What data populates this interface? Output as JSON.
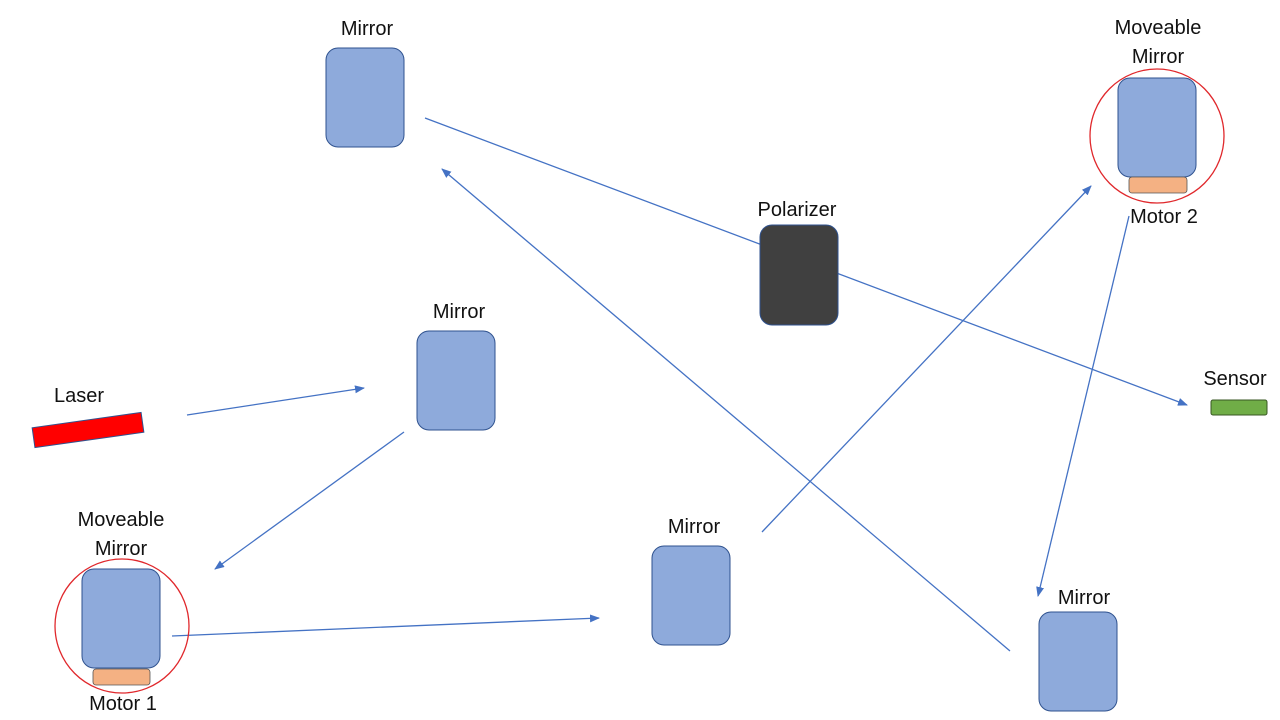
{
  "labels": {
    "mirror_top": "Mirror",
    "mirror_center": "Mirror",
    "mirror_bottom_mid": "Mirror",
    "mirror_bottom_right": "Mirror",
    "moveable_left_line1": "Moveable",
    "moveable_left_line2": "Mirror",
    "moveable_right_line1": "Moveable",
    "moveable_right_line2": "Mirror",
    "motor1": "Motor 1",
    "motor2": "Motor 2",
    "polarizer": "Polarizer",
    "laser": "Laser",
    "sensor": "Sensor"
  },
  "colors": {
    "mirror_fill": "#8eaadb",
    "mirror_stroke": "#2f528f",
    "motor_fill": "#f4b183",
    "laser_fill": "#ff0000",
    "sensor_fill": "#70ad47",
    "polarizer_fill": "#404040",
    "beam": "#4472c4",
    "highlight_circle": "#e0282c"
  }
}
